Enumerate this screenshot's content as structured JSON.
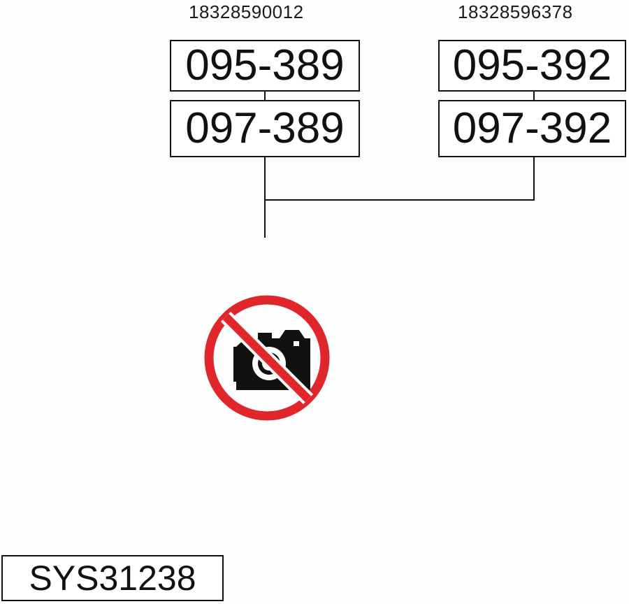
{
  "left_group": {
    "serial": "18328590012",
    "top_part": "095-389",
    "bottom_part": "097-389"
  },
  "right_group": {
    "serial": "18328596378",
    "top_part": "095-392",
    "bottom_part": "097-392"
  },
  "image_status_icon": "no-camera-icon",
  "footer": {
    "system_id": "SYS31238"
  },
  "colors": {
    "line": "#111111",
    "prohibition_red": "#e0262b",
    "camera": "#111111"
  }
}
